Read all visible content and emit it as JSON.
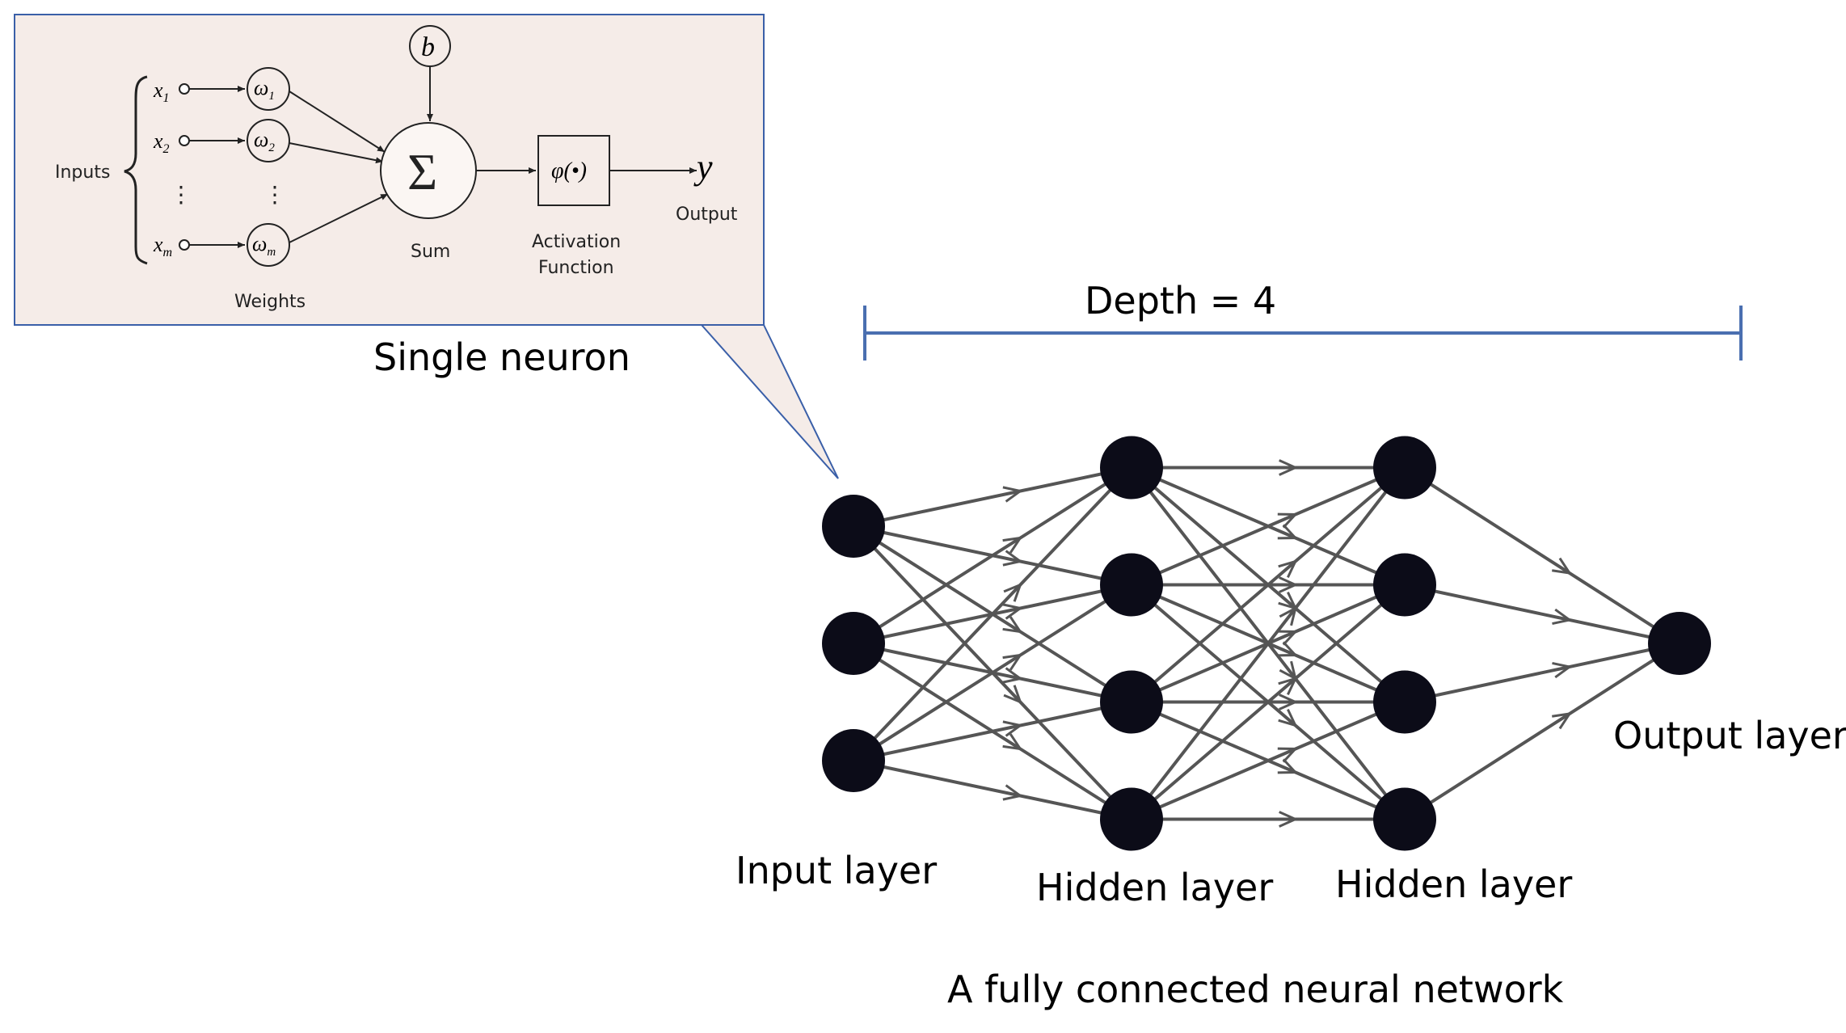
{
  "single_neuron": {
    "caption": "Single neuron",
    "inputs_label": "Inputs",
    "input_x1": "x",
    "input_x1_sub": "1",
    "input_x2": "x",
    "input_x2_sub": "2",
    "input_xm": "x",
    "input_xm_sub": "m",
    "weight_w1": "ω",
    "weight_w1_sub": "1",
    "weight_w2": "ω",
    "weight_w2_sub": "2",
    "weight_wm": "ω",
    "weight_wm_sub": "m",
    "ellipsis": "⋮",
    "weights_label": "Weights",
    "bias_label": "b",
    "sum_symbol": "Σ",
    "sum_label": "Sum",
    "activation_symbol": "φ(•)",
    "activation_label_1": "Activation",
    "activation_label_2": "Function",
    "output_symbol": "y",
    "output_label": "Output",
    "panel_color": "#f5ece8",
    "panel_border_color": "#3a5fa8"
  },
  "network": {
    "depth_label": "Depth = 4",
    "depth_bar_color": "#4a6fb0",
    "input_layer_label": "Input layer",
    "hidden_layer_1_label": "Hidden layer",
    "hidden_layer_2_label": "Hidden layer",
    "output_layer_label": "Output layer",
    "caption": "A fully connected neural network",
    "layers": [
      3,
      4,
      4,
      1
    ],
    "node_color": "#0c0c18",
    "edge_color": "#555555"
  }
}
